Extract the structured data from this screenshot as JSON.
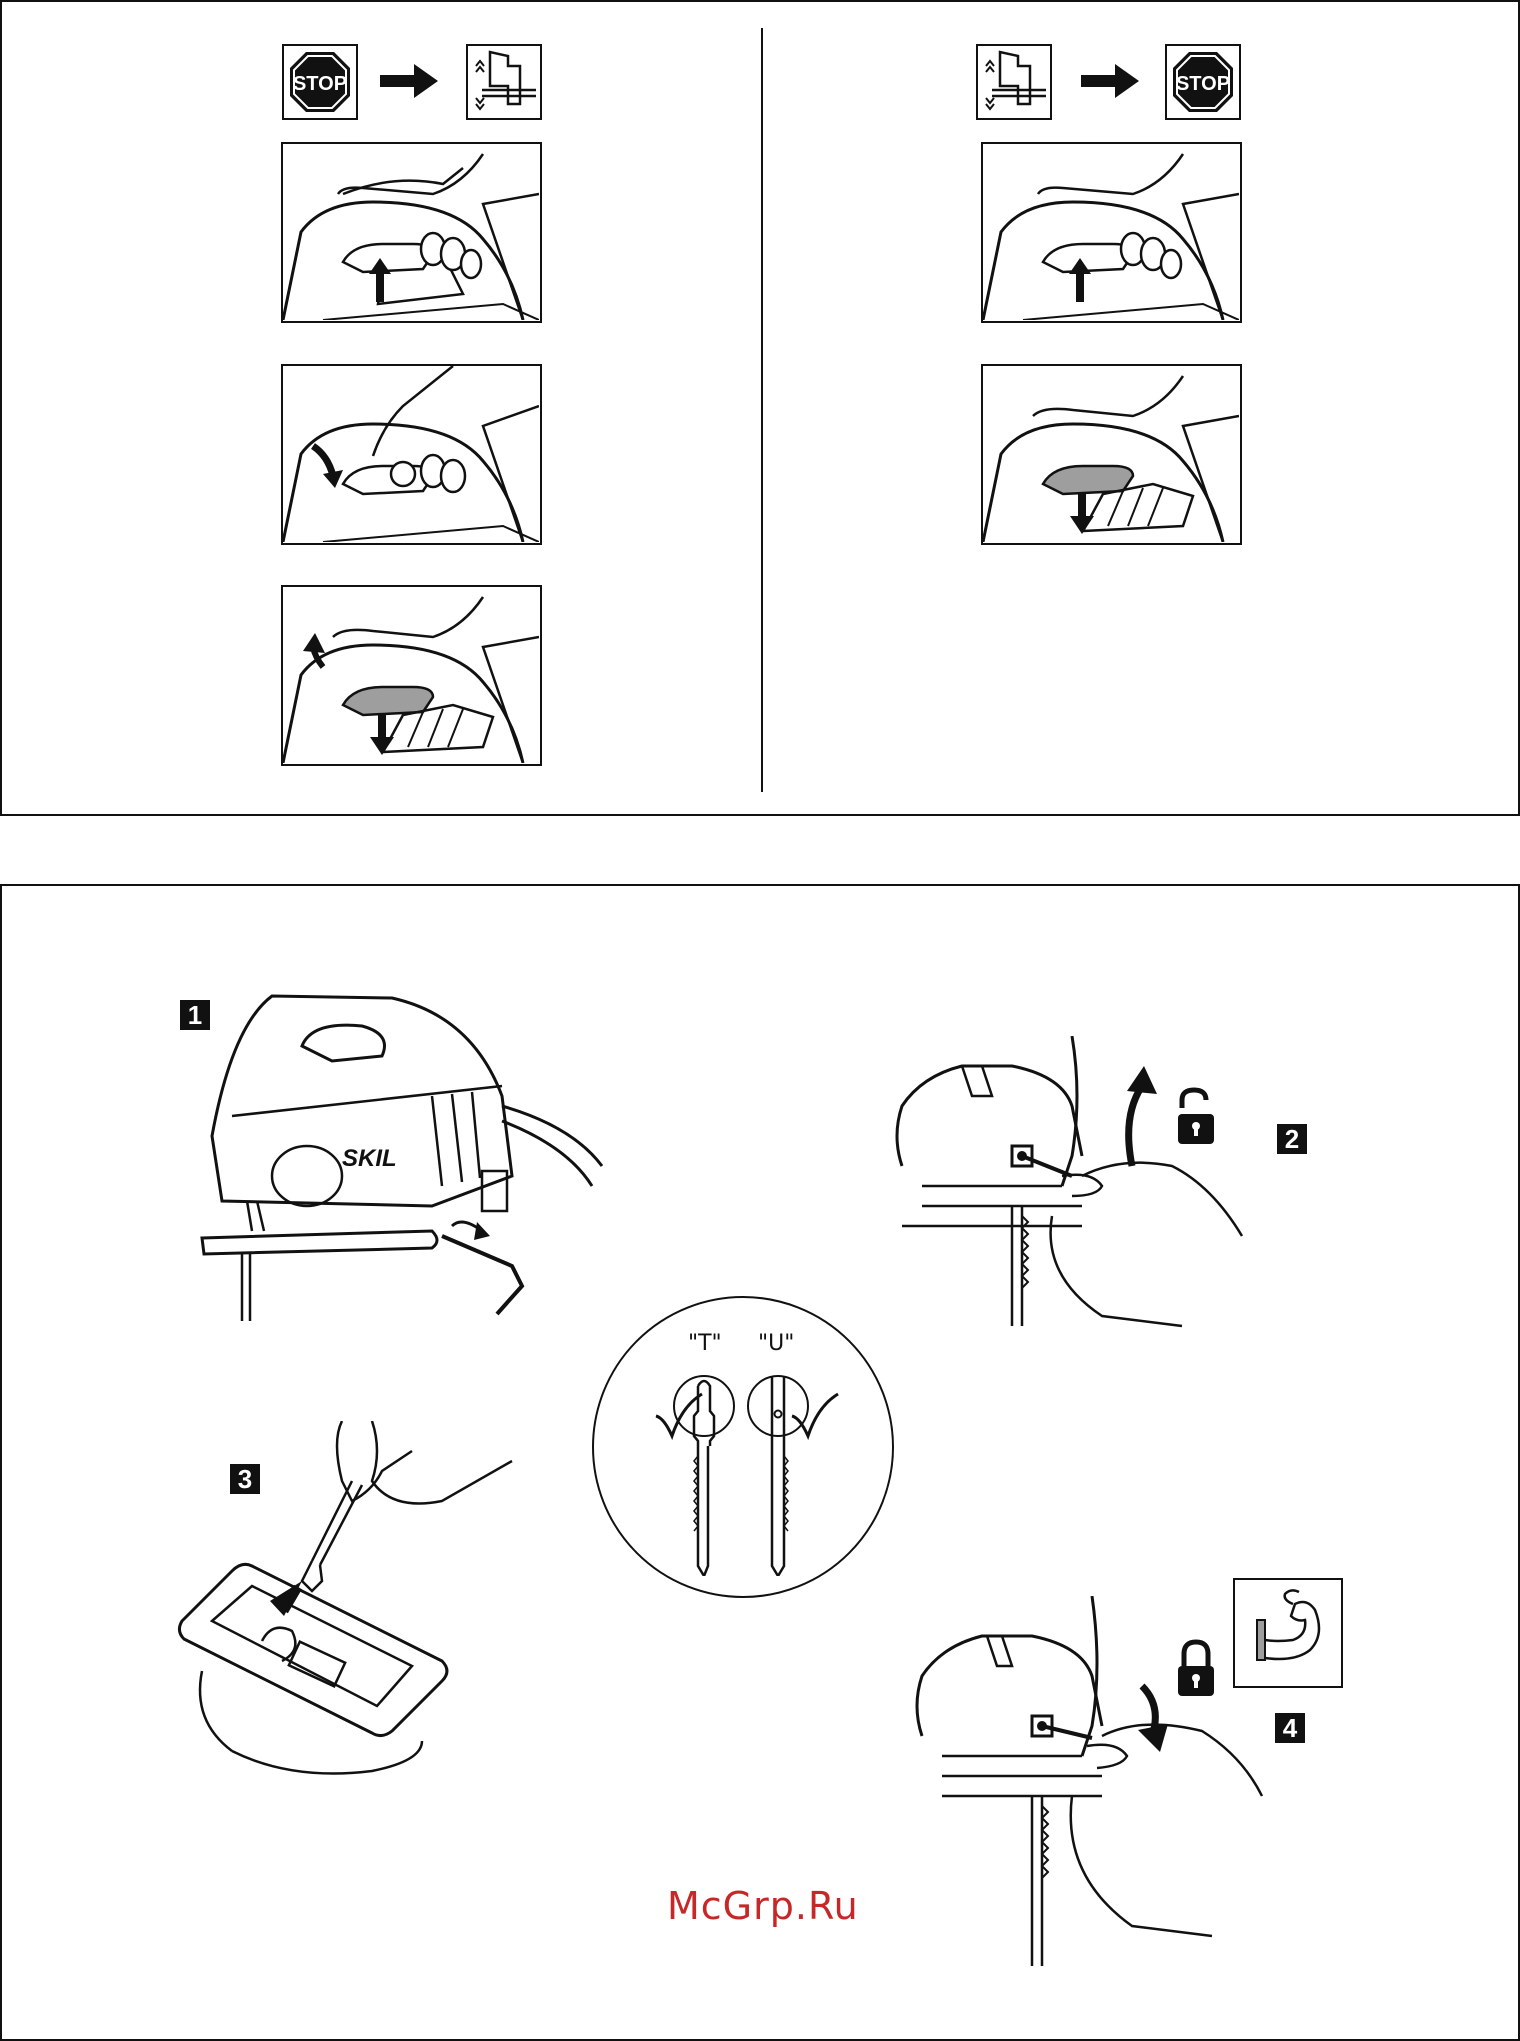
{
  "top_panel": {
    "left_column": {
      "stop_sign_text": "STOP"
    },
    "right_column": {
      "stop_sign_text": "STOP"
    }
  },
  "bottom_panel": {
    "watermark": "McGrp.Ru",
    "steps": {
      "step1": "1",
      "step2": "2",
      "step3": "3",
      "step4": "4"
    },
    "blade_types": {
      "t_shank": "\"T\"",
      "u_shank": "\"U\""
    }
  },
  "icons": {
    "stop": "stop-sign-icon",
    "arrow": "arrow-right-icon",
    "mode": "lock-on-switch-icon",
    "unlock": "unlocked-padlock-icon",
    "lock": "locked-padlock-icon",
    "strength": "flexed-arm-icon",
    "tool": "jigsaw-icon"
  },
  "colors": {
    "line": "#111111",
    "watermark": "#c62828",
    "fill_gray": "#9e9e9e"
  }
}
